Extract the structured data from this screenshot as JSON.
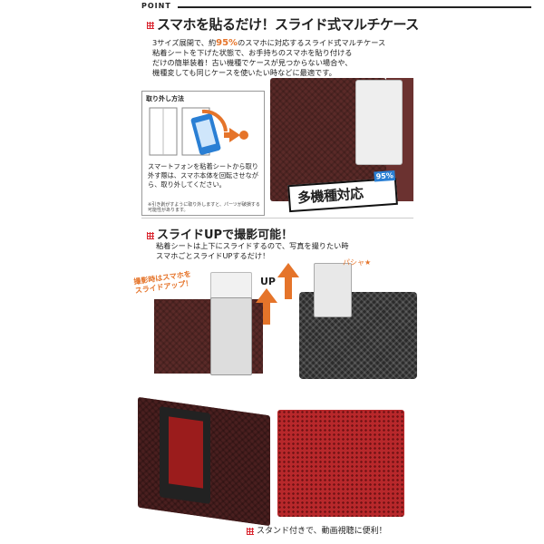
{
  "header": {
    "point_label": "POINT"
  },
  "section1": {
    "title": "スマホを貼るだけ！スライド式マルチケース",
    "desc_line1_pre": "3サイズ展開で、約",
    "desc_highlight": "95%",
    "desc_line1_post": "のスマホに対応するスライド式マルチケース",
    "desc_line2": "粘着シートを下げた状態で、お手持ちのスマホを貼り付ける",
    "desc_line3": "だけの簡単装着！古い機種でケースが見つからない場合や、",
    "desc_line4": "機種変しても同じケースを使いたい時などに最適です。"
  },
  "howto": {
    "title": "取り外し方法",
    "text": "スマートフォンを粘着シートから取り外す際は、スマホ本体を回転させながら、取り外してください。",
    "note": "※引き剥がすように取り外しますと、パーツが破損する可能性があります。"
  },
  "badge": {
    "text": "多機種対応",
    "percent": "95%"
  },
  "section2": {
    "title": "スライドUPで撮影可能！",
    "desc_line1": "粘着シートは上下にスライドするので、写真を撮りたい時",
    "desc_line2": "スマホごとスライドUPするだけ！",
    "callout_line1": "撮影時はスマホを",
    "callout_line2": "スライドアップ！",
    "up_label": "UP",
    "pasha": "パシャ★"
  },
  "caption": "スタンド付きで、動画視聴に便利！",
  "colors": {
    "accent": "#d9232d",
    "orange": "#e5742a",
    "brown": "#5a2a28",
    "red": "#b8282b"
  }
}
